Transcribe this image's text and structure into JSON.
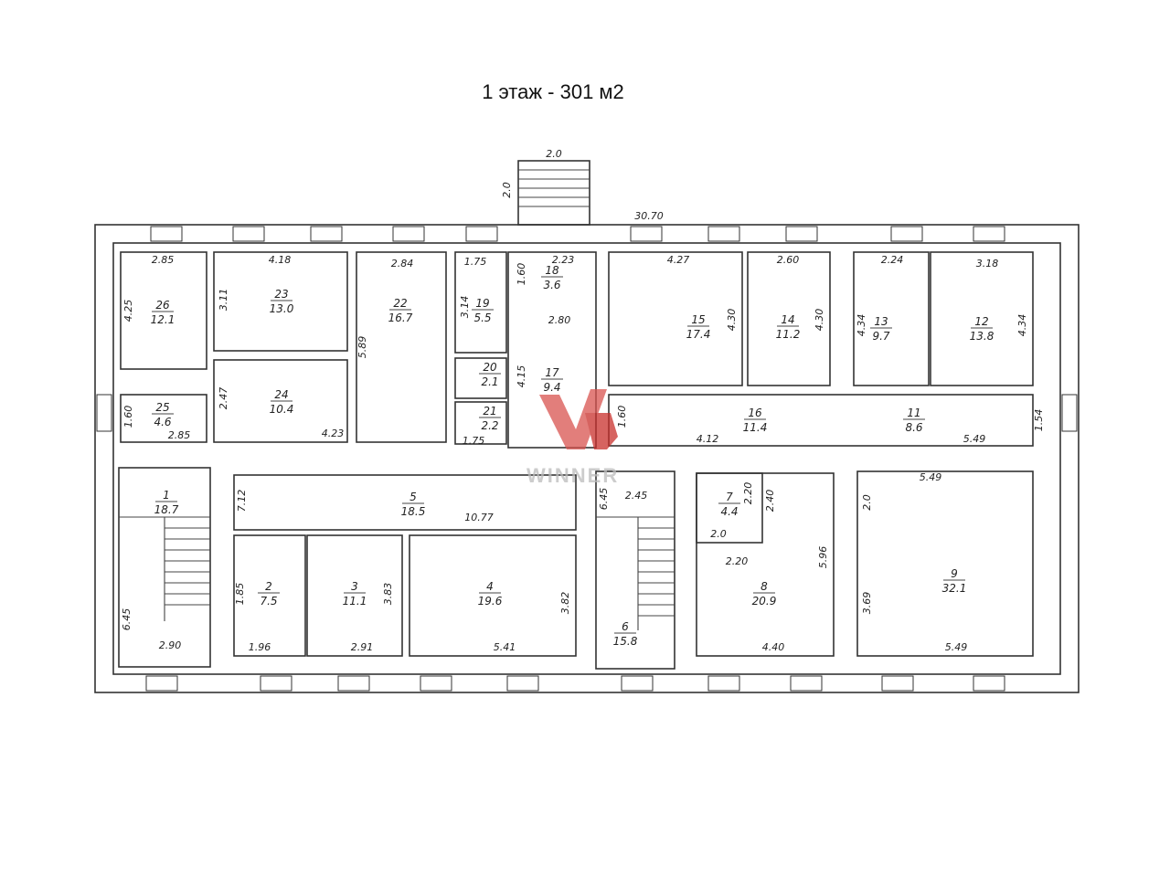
{
  "title": "1 этаж - 301 м2",
  "watermark": {
    "text": "WINNER",
    "color": "#d9534f"
  },
  "overall": {
    "width": "30.70",
    "porch_w": "2.0",
    "porch_h": "2.0"
  },
  "rooms": [
    {
      "id": "26",
      "area": "12.1"
    },
    {
      "id": "25",
      "area": "4.6"
    },
    {
      "id": "23",
      "area": "13.0"
    },
    {
      "id": "24",
      "area": "10.4"
    },
    {
      "id": "22",
      "area": "16.7"
    },
    {
      "id": "19",
      "area": "5.5"
    },
    {
      "id": "20",
      "area": "2.1"
    },
    {
      "id": "21",
      "area": "2.2"
    },
    {
      "id": "18",
      "area": "3.6"
    },
    {
      "id": "17",
      "area": "9.4"
    },
    {
      "id": "15",
      "area": "17.4"
    },
    {
      "id": "14",
      "area": "11.2"
    },
    {
      "id": "13",
      "area": "9.7"
    },
    {
      "id": "12",
      "area": "13.8"
    },
    {
      "id": "16",
      "area": "11.4"
    },
    {
      "id": "11",
      "area": "8.6"
    },
    {
      "id": "1",
      "area": "18.7"
    },
    {
      "id": "5",
      "area": "18.5"
    },
    {
      "id": "2",
      "area": "7.5"
    },
    {
      "id": "3",
      "area": "11.1"
    },
    {
      "id": "4",
      "area": "19.6"
    },
    {
      "id": "6",
      "area": "15.8"
    },
    {
      "id": "7",
      "area": "4.4"
    },
    {
      "id": "8",
      "area": "20.9"
    },
    {
      "id": "9",
      "area": "32.1"
    }
  ],
  "dims": {
    "d285a": "2.85",
    "d425": "4.25",
    "d160a": "1.60",
    "d285b": "2.85",
    "d418": "4.18",
    "d311": "3.11",
    "d247": "2.47",
    "d423": "4.23",
    "d284": "2.84",
    "d589": "5.89",
    "d175a": "1.75",
    "d314": "3.14",
    "d160b": "1.60",
    "d223": "2.23",
    "d280": "2.80",
    "d415": "4.15",
    "d175b": "1.75",
    "d427": "4.27",
    "d430a": "4.30",
    "d260": "2.60",
    "d430b": "4.30",
    "d224": "2.24",
    "d434a": "4.34",
    "d318": "3.18",
    "d434b": "4.34",
    "d160c": "1.60",
    "d412": "4.12",
    "d549a": "5.49",
    "d154": "1.54",
    "d712": "7.12",
    "d1077": "10.77",
    "d185": "1.85",
    "d196": "1.96",
    "d291": "2.91",
    "d383": "3.83",
    "d541": "5.41",
    "d382": "3.82",
    "d645a": "6.45",
    "d290": "2.90",
    "d645b": "6.45",
    "d245": "2.45",
    "d220a": "2.20",
    "d240": "2.40",
    "d20a": "2.0",
    "d220b": "2.20",
    "d596": "5.96",
    "d440": "4.40",
    "d549b": "5.49",
    "d20b": "2.0",
    "d369": "3.69",
    "d549c": "5.49"
  }
}
